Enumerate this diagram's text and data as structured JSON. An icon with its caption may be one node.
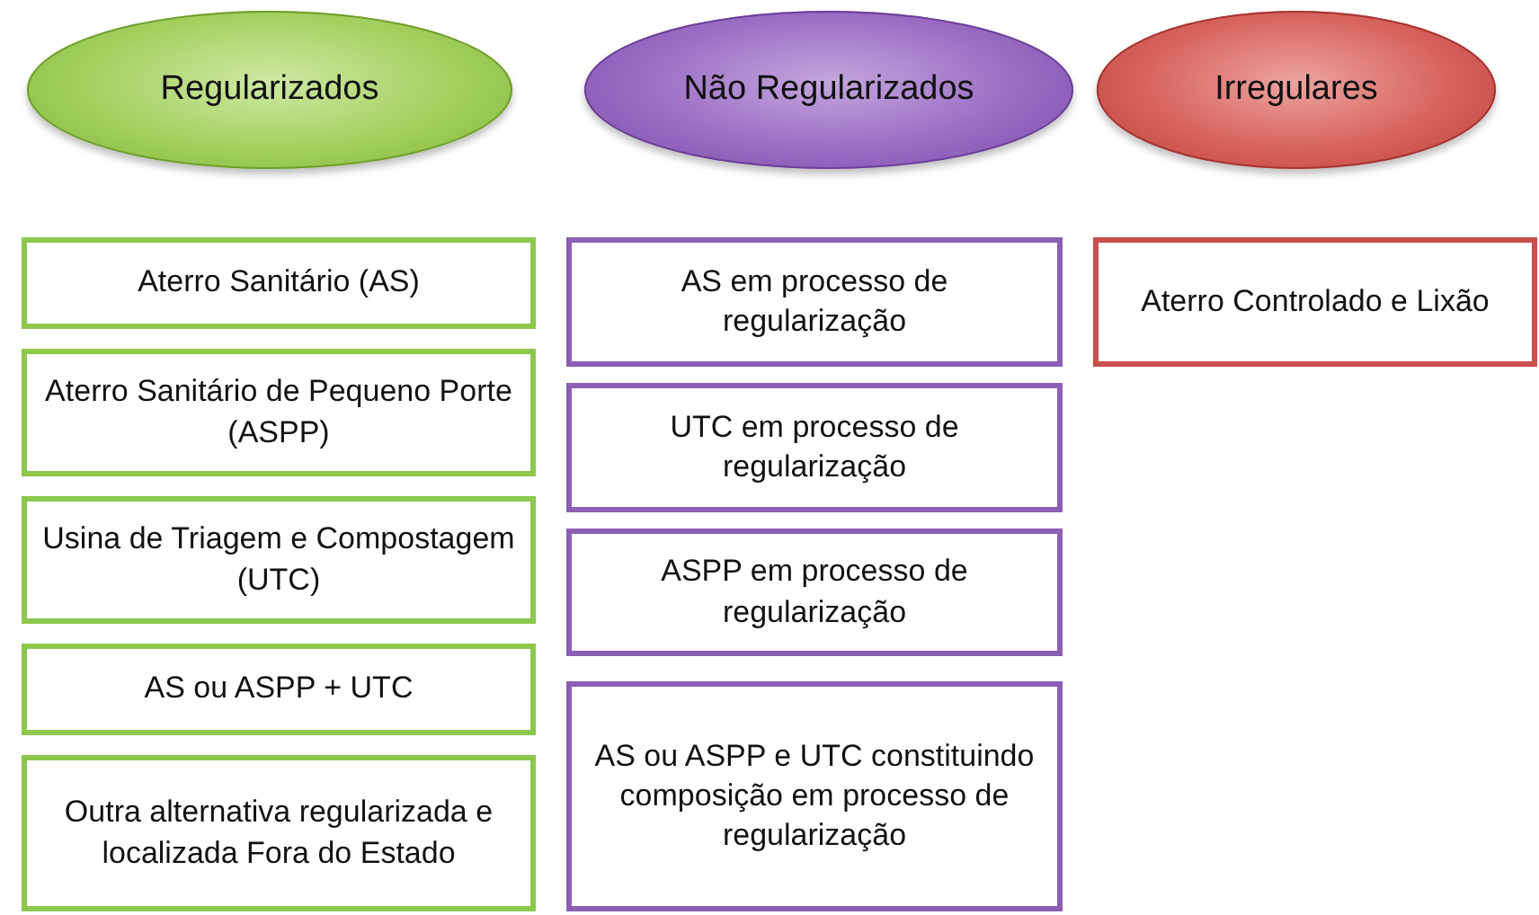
{
  "diagram": {
    "nodes": [
      {
        "text": [
          "Regularizados"
        ]
      },
      {
        "text": [
          "Não Regularizados"
        ]
      },
      {
        "text": [
          "Irregulares"
        ]
      },
      {
        "text": [
          "Aterro Sanitário (AS)"
        ]
      },
      {
        "text": [
          "Aterro Sanitário de Pequeno Porte (ASPP)"
        ]
      },
      {
        "text": [
          "Usina de Triagem e Compostagem (UTC)"
        ]
      },
      {
        "text": [
          "AS ou ASPP + UTC"
        ]
      },
      {
        "text": [
          "Outra alternativa regularizada e localizada Fora do Estado"
        ]
      },
      {
        "text": [
          "AS em processo de regularização"
        ]
      },
      {
        "text": [
          "UTC em processo de regularização"
        ]
      },
      {
        "text": [
          "ASPP em processo de regularização"
        ]
      },
      {
        "text": [
          "AS ou ASPP e UTC constituindo composição em processo de regularização"
        ]
      },
      {
        "text": [
          "Aterro Controlado e Lixão"
        ]
      }
    ]
  }
}
